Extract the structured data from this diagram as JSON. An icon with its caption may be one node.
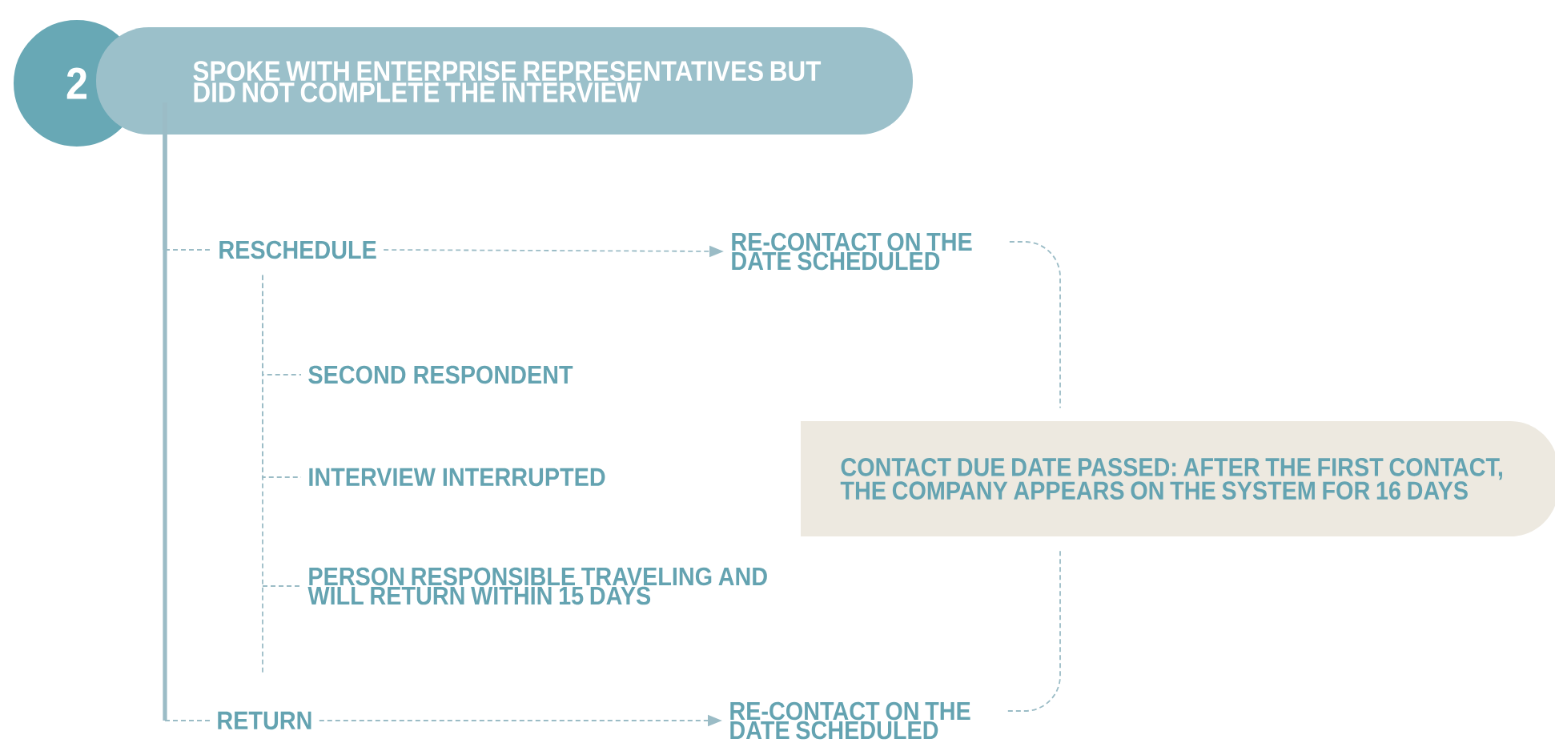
{
  "diagram": {
    "nodes": [
      {
        "text": [
          "2"
        ]
      },
      {
        "text": [
          "SPOKE WITH ENTERPRISE REPRESENTATIVES BUT DID NOT COMPLETE THE INTERVIEW"
        ]
      },
      {
        "text": [
          "RESCHEDULE"
        ]
      },
      {
        "text": [
          "RE-CONTACT ON THE DATE SCHEDULED"
        ]
      },
      {
        "text": [
          "SECOND RESPONDENT"
        ]
      },
      {
        "text": [
          "INTERVIEW INTERRUPTED"
        ]
      },
      {
        "text": [
          "PERSON RESPONSIBLE TRAVELING AND WILL RETURN WITHIN 15 DAYS"
        ]
      },
      {
        "text": [
          "CONTACT DUE DATE PASSED: AFTER THE FIRST CONTACT, THE COMPANY APPEARS ON THE SYSTEM FOR 16 DAYS"
        ]
      },
      {
        "text": [
          "RETURN"
        ]
      },
      {
        "text": [
          "RE-CONTACT ON THE DATE SCHEDULED"
        ]
      }
    ],
    "edges": [
      {
        "from": 1,
        "to": 2,
        "arrow": "none",
        "style": "thick"
      },
      {
        "from": 1,
        "to": 8,
        "arrow": "none",
        "style": "thick"
      },
      {
        "from": 2,
        "to": 3,
        "arrow": "to",
        "style": "dashed"
      },
      {
        "from": 2,
        "to": 4,
        "arrow": "none",
        "style": "dashed"
      },
      {
        "from": 2,
        "to": 5,
        "arrow": "none",
        "style": "dashed"
      },
      {
        "from": 2,
        "to": 6,
        "arrow": "none",
        "style": "dashed"
      },
      {
        "from": 3,
        "to": 7,
        "arrow": "none",
        "style": "dashed"
      },
      {
        "from": 9,
        "to": 7,
        "arrow": "none",
        "style": "dashed"
      },
      {
        "from": 8,
        "to": 9,
        "arrow": "to",
        "style": "dashed"
      }
    ]
  }
}
